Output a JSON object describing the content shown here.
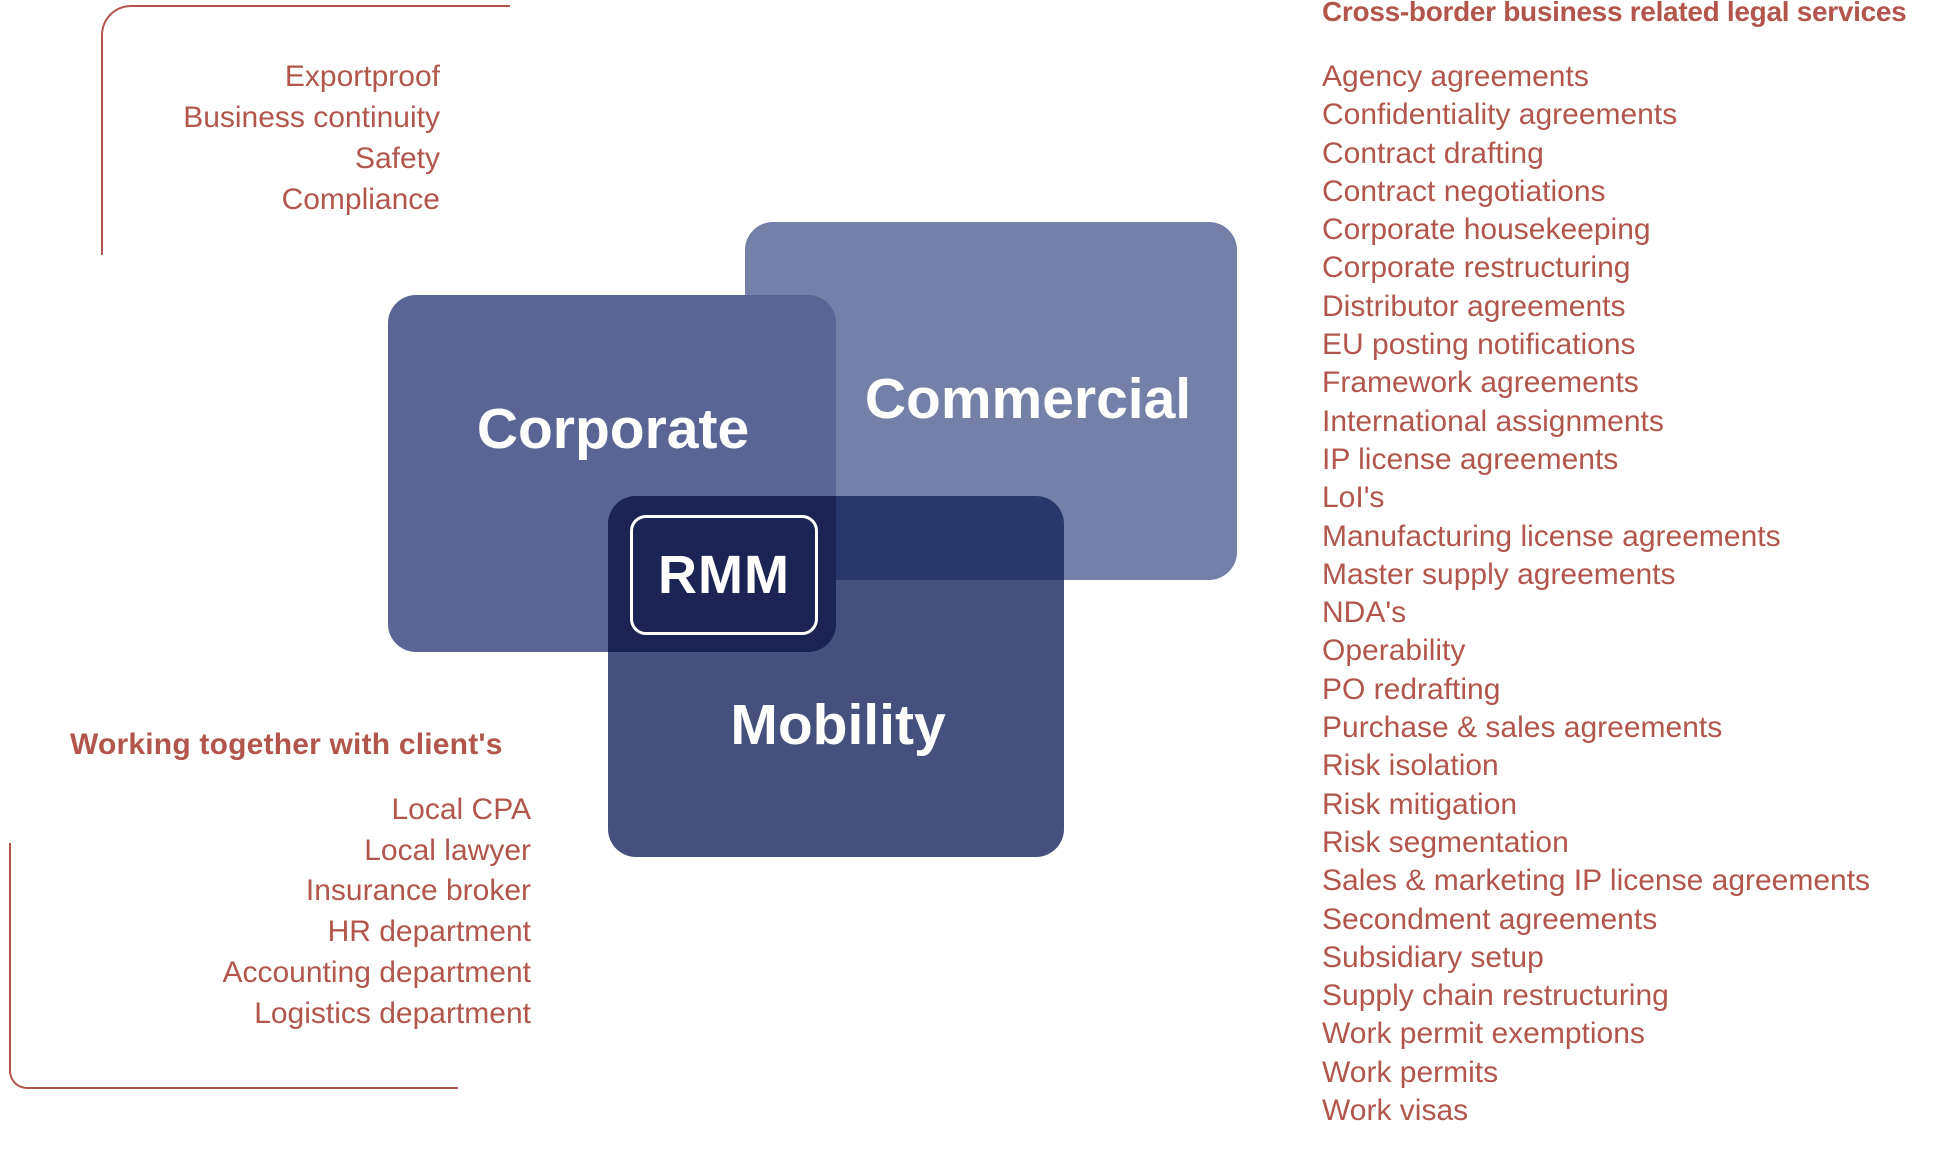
{
  "page": {
    "background": "#ffffff"
  },
  "colors": {
    "accent_red": "#b2564d",
    "corporate_box": "#5a6596",
    "commercial_box": "#7480a7",
    "mobility_box": "rgba(24,36,95,0.8)",
    "core_overlap_box": "#1b2454",
    "label_text": "#ffffff"
  },
  "venn": {
    "corporate_label": "Corporate",
    "commercial_label": "Commercial",
    "mobility_label": "Mobility",
    "core_label": "RMM"
  },
  "top_left_list": {
    "items": [
      "Exportproof",
      "Business continuity",
      "Safety",
      "Compliance"
    ]
  },
  "bottom_left": {
    "title": "Working together with client's",
    "items": [
      "Local CPA",
      "Local lawyer",
      "Insurance broker",
      "HR department",
      "Accounting department",
      "Logistics department"
    ]
  },
  "right_column": {
    "title": "Cross-border business related legal services",
    "items": [
      "Agency agreements",
      "Confidentiality agreements",
      "Contract drafting",
      "Contract negotiations",
      "Corporate housekeeping",
      "Corporate restructuring",
      "Distributor agreements",
      "EU posting notifications",
      "Framework agreements",
      "International assignments",
      "IP license agreements",
      "LoI's",
      "Manufacturing license agreements",
      "Master supply agreements",
      "NDA's",
      "Operability",
      "PO redrafting",
      "Purchase & sales agreements",
      "Risk isolation",
      "Risk mitigation",
      "Risk segmentation",
      "Sales & marketing IP license agreements",
      "Secondment agreements",
      "Subsidiary setup",
      "Supply chain restructuring",
      "Work permit exemptions",
      "Work permits",
      "Work visas"
    ]
  }
}
